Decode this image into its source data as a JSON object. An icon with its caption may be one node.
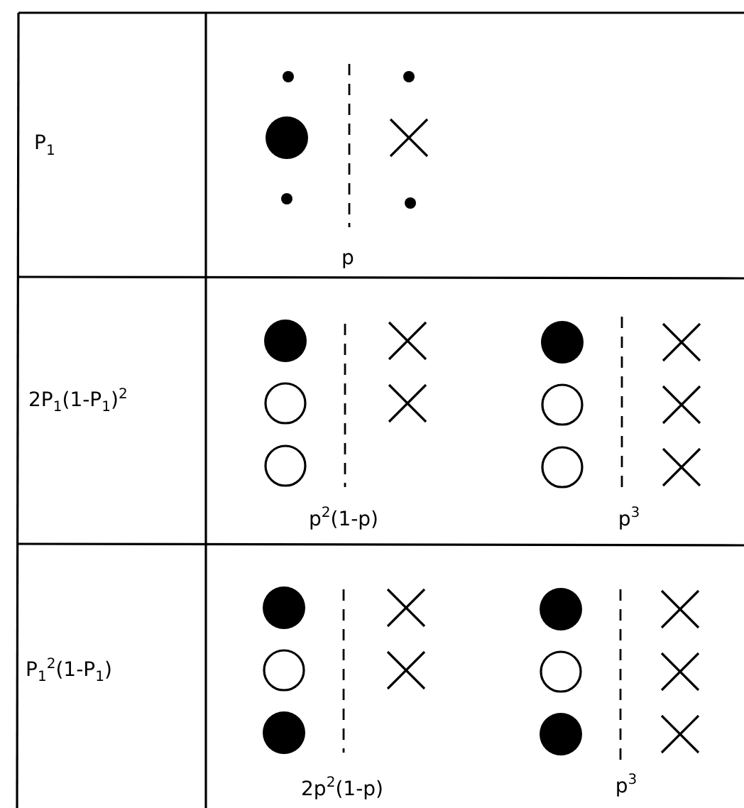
{
  "diagram": {
    "labels": [
      "P$_{1}$",
      "p",
      "2P$_{1}$(1-P$_{1}$)$^{2}$",
      "p$^{2}$(1-p)",
      "p$^{3}$",
      "P$_{1}$$^{2}$(1-P$_{1}$)",
      "2p$^{2}$(1-p)",
      "p$^{3}$"
    ]
  }
}
